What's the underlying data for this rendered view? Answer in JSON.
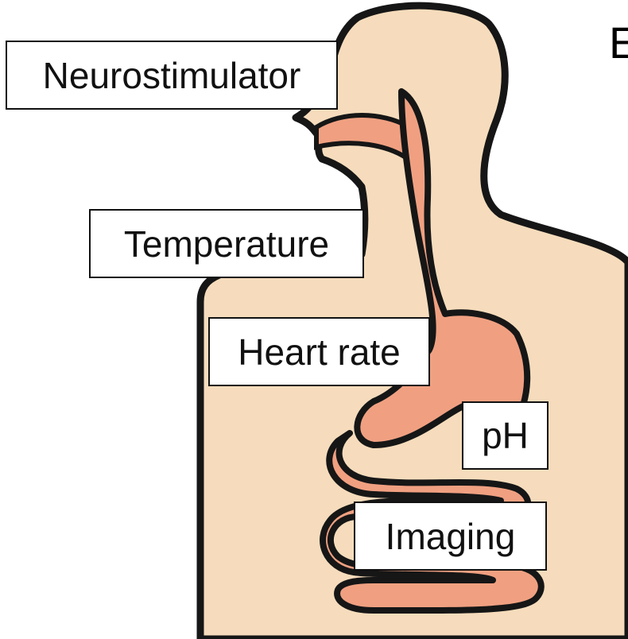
{
  "colors": {
    "body_fill": "#f6dcbc",
    "tract_fill": "#f0a081",
    "outline": "#161616",
    "background": "#ffffff"
  },
  "corner_letter": "E",
  "labels": {
    "neurostimulator": "Neurostimulator",
    "temperature": "Temperature",
    "heart_rate": "Heart rate",
    "ph": "pH",
    "imaging": "Imaging"
  }
}
